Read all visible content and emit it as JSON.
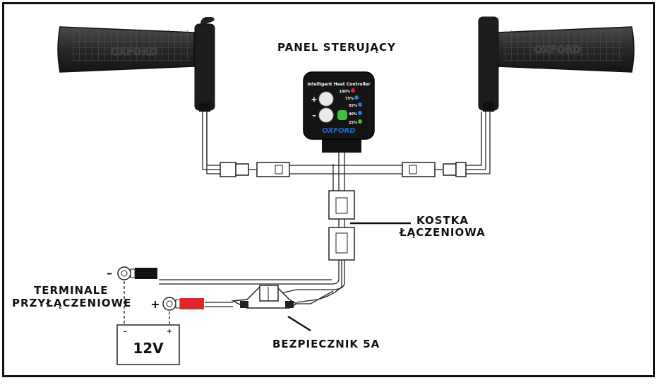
{
  "labels": {
    "panel": "PANEL STERUJĄCY",
    "kostka_line1": "KOSTKA",
    "kostka_line2": "ŁĄCZENIOWA",
    "terminale_line1": "TERMINALE",
    "terminale_line2": "PRZYŁĄCZENIOWE",
    "fuse": "BEZPIECZNIK 5A"
  },
  "controller": {
    "header": "Intelligent Heat Controller",
    "brand": "OXFORD",
    "plus": "+",
    "minus": "–",
    "levels": [
      "100%",
      "75%",
      "55%",
      "40%",
      "25%"
    ]
  },
  "grips": {
    "left_brand": "OXFORD",
    "right_brand": "OXFORD"
  },
  "terminals": {
    "negative": "–",
    "positive": "+"
  },
  "battery": {
    "voltage": "12V",
    "neg": "–",
    "pos": "+"
  },
  "colors": {
    "black_lead": "#111111",
    "red_lead": "#e0262a",
    "led_red": "#e0262a",
    "led_blue": "#2a7bd6",
    "led_green": "#3fbf3f",
    "brand_blue": "#1a6fd0"
  }
}
